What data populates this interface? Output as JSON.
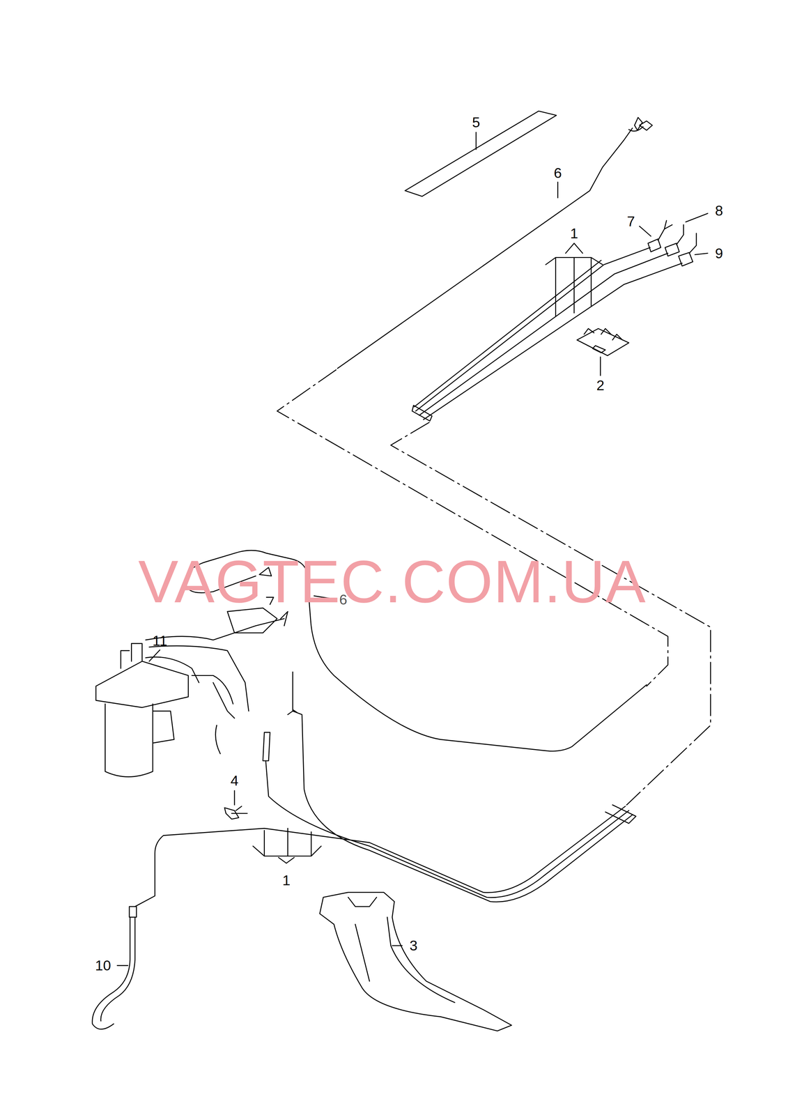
{
  "diagram": {
    "labels": [
      "5",
      "6",
      "1",
      "7",
      "8",
      "9",
      "2",
      "VAGTEC.COM.UA",
      "6",
      "11",
      "4",
      "1",
      "10",
      "3"
    ]
  }
}
